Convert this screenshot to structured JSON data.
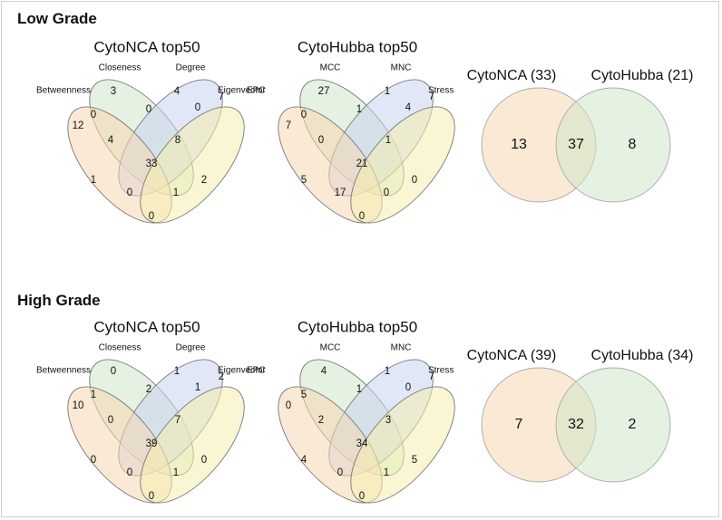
{
  "sections": [
    {
      "title": "Low Grade",
      "cytonca_venn": {
        "title": "CytoNCA top50",
        "sets": [
          "Closeness",
          "Degree",
          "Betweenness",
          "Eigenvector"
        ],
        "regions": {
          "A": "3",
          "B": "4",
          "C": "12",
          "D": "7",
          "AB": "0",
          "AC": "0",
          "BD": "0",
          "CD": "0",
          "AD": "8",
          "BC": "4",
          "ABD": "1",
          "ABC": "1",
          "ACD": "2",
          "BCD": "0",
          "ABCD": "33",
          "center_low": "0"
        }
      },
      "cytohubba_venn": {
        "title": "CytoHubba top50",
        "sets": [
          "MCC",
          "MNC",
          "EPC",
          "Stress"
        ],
        "regions": {
          "A": "27",
          "B": "1",
          "C": "7",
          "D": "7",
          "AB": "1",
          "AC": "0",
          "BD": "4",
          "CD": "0",
          "AD": "1",
          "BC": "0",
          "ABD": "0",
          "ABC": "5",
          "ACD": "0",
          "BCD": "17",
          "ABCD": "21",
          "center_low": "0"
        }
      },
      "overlap_venn": {
        "left_label": "CytoNCA (33)",
        "right_label": "CytoHubba (21)",
        "left_only": "13",
        "both": "37",
        "right_only": "8"
      }
    },
    {
      "title": "High Grade",
      "cytonca_venn": {
        "title": "CytoNCA top50",
        "sets": [
          "Closeness",
          "Degree",
          "Betweenness",
          "Eigenvector"
        ],
        "regions": {
          "A": "0",
          "B": "1",
          "C": "10",
          "D": "2",
          "AB": "2",
          "AC": "1",
          "BD": "1",
          "CD": "0",
          "AD": "7",
          "BC": "0",
          "ABD": "1",
          "ABC": "0",
          "ACD": "0",
          "BCD": "0",
          "ABCD": "39",
          "center_low": "0"
        }
      },
      "cytohubba_venn": {
        "title": "CytoHubba top50",
        "sets": [
          "MCC",
          "MNC",
          "EPC",
          "Stress"
        ],
        "regions": {
          "A": "4",
          "B": "1",
          "C": "0",
          "D": "7",
          "AB": "1",
          "AC": "5",
          "BD": "0",
          "CD": "0",
          "AD": "3",
          "BC": "2",
          "ABD": "1",
          "ABC": "4",
          "ACD": "5",
          "BCD": "0",
          "ABCD": "34",
          "center_low": "0"
        }
      },
      "overlap_venn": {
        "left_label": "CytoNCA (39)",
        "right_label": "CytoHubba (34)",
        "left_only": "7",
        "both": "32",
        "right_only": "2"
      }
    }
  ],
  "colors": {
    "set1": "#cfe5c8",
    "set2": "#c8d3ee",
    "set3": "#f6d7b2",
    "set4": "#f6eeb0",
    "overlap_left": "#f6d7b2",
    "overlap_right": "#cfe5c8"
  }
}
